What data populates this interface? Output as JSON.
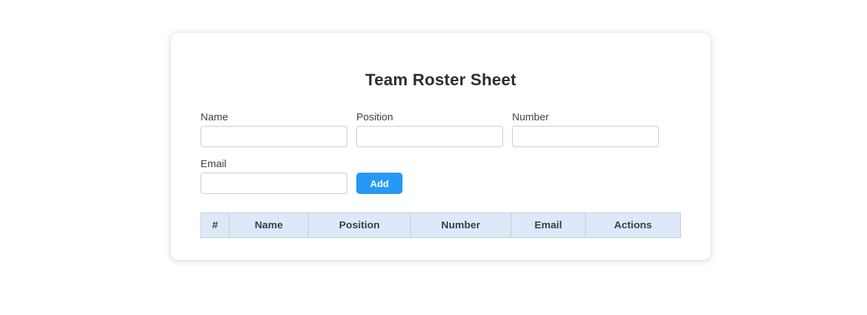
{
  "card": {
    "title": "Team Roster Sheet"
  },
  "form": {
    "fields": [
      {
        "id": "name",
        "label": "Name",
        "value": "",
        "placeholder": ""
      },
      {
        "id": "position",
        "label": "Position",
        "value": "",
        "placeholder": ""
      },
      {
        "id": "number",
        "label": "Number",
        "value": "",
        "placeholder": ""
      },
      {
        "id": "email",
        "label": "Email",
        "value": "",
        "placeholder": ""
      }
    ],
    "add_button": {
      "label": "Add"
    }
  },
  "roster_table": {
    "headers": [
      "#",
      "Name",
      "Position",
      "Number",
      "Email",
      "Actions"
    ],
    "rows": []
  },
  "colors": {
    "accent": "#2499f5",
    "accent-text": "#ffffff",
    "table-header-bg": "#dde9f8",
    "table-border": "#c6ccd4",
    "header-text": "#3b4148",
    "label-text": "#3d4145",
    "title-text": "#2b2f33",
    "input-border": "#cccccc"
  }
}
